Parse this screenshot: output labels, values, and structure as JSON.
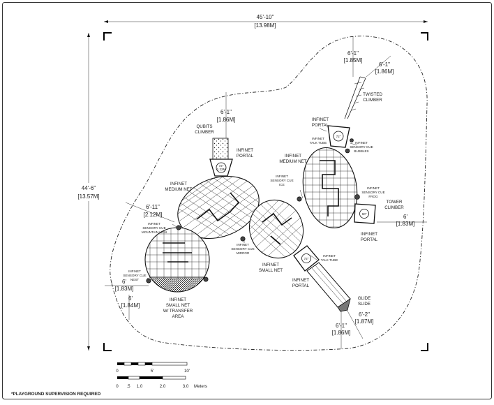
{
  "dimensions": {
    "width_ft": "45'-10\"",
    "width_m": "[13.98M]",
    "height_ft": "44'-6\"",
    "height_m": "[13.57M]",
    "top_a_ft": "6'-1\"",
    "top_a_m": "[1.85M]",
    "top_b_ft": "6'-1\"",
    "top_b_m": "[1.86M]",
    "qubits_ft": "6'-1\"",
    "qubits_m": "[1.86M]",
    "left_a_ft": "6'-11\"",
    "left_a_m": "[2.12M]",
    "left_b_ft": "6'",
    "left_b_m": "[1.83M]",
    "left_c_ft": "6'",
    "left_c_m": "[1.84M]",
    "right_ft": "6'",
    "right_m": "[1.83M]",
    "bottom_a_ft": "6'-2\"",
    "bottom_a_m": "[1.87M]",
    "bottom_b_ft": "6'-1\"",
    "bottom_b_m": "[1.86M]"
  },
  "labels": {
    "twisted": [
      "TWISTED",
      "CLIMBER"
    ],
    "qubits": [
      "QUBITS",
      "CLIMBER"
    ],
    "portal_top_left": [
      "INFINET",
      "PORTAL"
    ],
    "portal_top_right": [
      "INFINET",
      "PORTAL"
    ],
    "talk_tube_top": [
      "INFINET",
      "TALK TUBE"
    ],
    "cue_bubbles": [
      "INFINET",
      "SENSORY CUE",
      "BUBBLES"
    ],
    "medium_net_right": [
      "INFINET",
      "MEDIUM NET"
    ],
    "medium_net_left": [
      "INFINET",
      "MEDIUM NET"
    ],
    "cue_ice": [
      "INFINET",
      "SENSORY CUE",
      "ICE"
    ],
    "cue_frog": [
      "INFINET",
      "SENSORY CUE",
      "FROG"
    ],
    "tower": [
      "TOWER",
      "CLIMBER"
    ],
    "cue_mountain": [
      "INFINET",
      "SENSORY CUE",
      "MOUNTAIN LION"
    ],
    "portal_right": [
      "INFINET",
      "PORTAL"
    ],
    "cue_mirror": [
      "INFINET",
      "SENSORY CUE",
      "MIRROR"
    ],
    "talk_tube_bottom": [
      "INFINET",
      "TALK TUBE"
    ],
    "small_net": [
      "INFINET",
      "SMALL NET"
    ],
    "cue_nest": [
      "INFINET",
      "SENSORY CUE",
      "NEST"
    ],
    "portal_bottom": [
      "INFINET",
      "PORTAL"
    ],
    "glide": [
      "GLIDE",
      "SLIDE"
    ],
    "small_net_transfer": [
      "INFINET",
      "SMALL NET",
      "W/ TRANSFER",
      "AREA"
    ]
  },
  "badges": {
    "portal_a": "72\"",
    "portal_b": "1.22M",
    "portal_c": "72\"",
    "portal_d": "60\"",
    "portal_e": "72\""
  },
  "scale": {
    "ft_ticks": [
      "0",
      "5'",
      "10'"
    ],
    "m_ticks": [
      "0",
      ".5",
      "1.0",
      "2.0",
      "3.0"
    ],
    "m_unit": "Meters"
  },
  "note": "*PLAYGROUND SUPERVISION REQUIRED"
}
